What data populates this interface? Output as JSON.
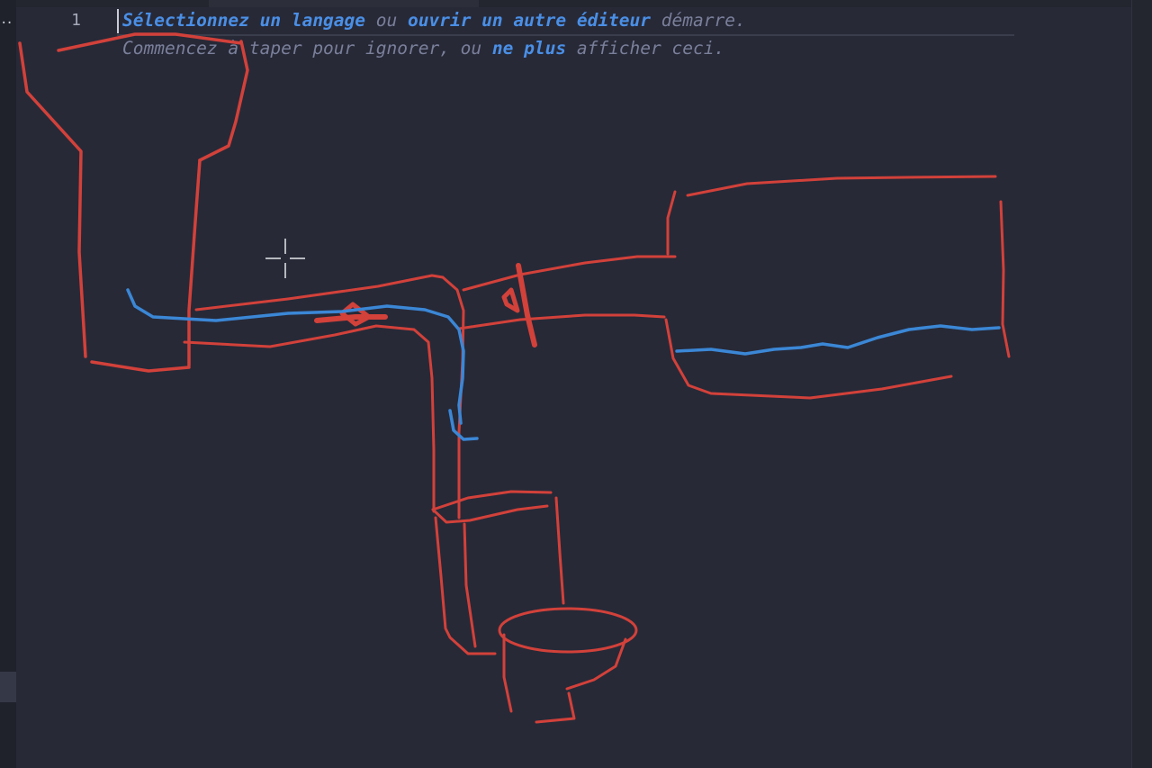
{
  "editor": {
    "line_number": "1",
    "gutter_ellipsis": "..",
    "hint_line1": {
      "link_select_language": "Sélectionnez un langage",
      "text_or_1": " ou ",
      "link_open_editor": "ouvrir un autre éditeur",
      "text_start": " démarre."
    },
    "hint_line2": {
      "text_start_typing": "Commencez à taper pour ignorer, ou ",
      "link_dont_show": "ne plus",
      "text_end": " afficher ceci."
    }
  },
  "sketch": {
    "stroke_colors": {
      "pipes": "#d2413a",
      "water": "#3b87d6"
    },
    "subjects": [
      "building-outline",
      "pipe",
      "valve",
      "tank",
      "toilet",
      "water-flow"
    ]
  },
  "colors": {
    "background": "#272937",
    "link": "#4a8fe6",
    "hint_text": "#7a7f9a",
    "line_number": "#a6a9b8"
  }
}
